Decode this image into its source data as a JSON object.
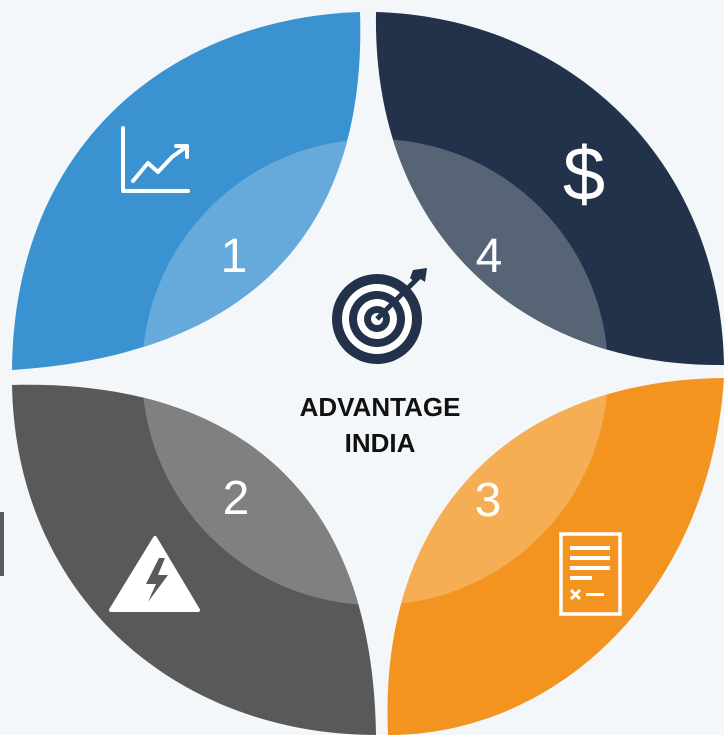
{
  "center": {
    "line1": "ADVANTAGE",
    "line2": "INDIA",
    "icon": "target-bullseye-icon"
  },
  "segments": [
    {
      "number": "1",
      "icon": "growth-chart-icon",
      "color": "#3a92d0"
    },
    {
      "number": "2",
      "icon": "high-voltage-warning-icon",
      "color": "#595959"
    },
    {
      "number": "3",
      "icon": "document-list-icon",
      "color": "#f39420"
    },
    {
      "number": "4",
      "icon": "dollar-sign-icon",
      "color": "#22324a"
    }
  ],
  "colors": {
    "background": "#f3f7f9",
    "center_icon": "#22324a",
    "center_text": "#111111"
  }
}
